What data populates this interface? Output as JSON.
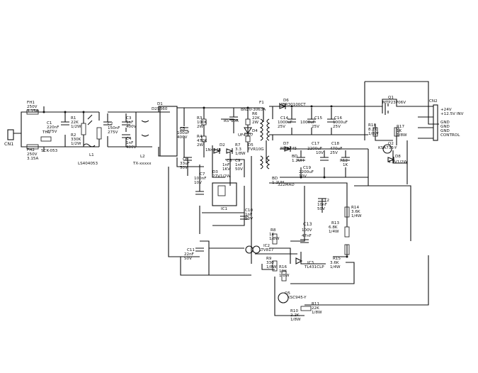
{
  "labels": {
    "cn1": "CN1",
    "fh1": [
      "FH1",
      "250V",
      "3.15A"
    ],
    "fh2": [
      "FH2",
      "250V",
      "3.15A"
    ],
    "th1": [
      "TH1",
      "SCK-053"
    ],
    "c1": [
      "C1",
      "220nF",
      "275V"
    ],
    "r1": [
      "R1",
      "22K",
      "1/2W"
    ],
    "r2": [
      "R2",
      "330K",
      "1/2W"
    ],
    "l1": [
      "L1",
      "LS404053"
    ],
    "c2": [
      "C2",
      "150nF",
      "275V"
    ],
    "c3": [
      "C3",
      "1nF",
      "400V"
    ],
    "c4": [
      "C4",
      "1nF",
      "400V"
    ],
    "l2": [
      "L2",
      "TX-xxxxx"
    ],
    "d1": [
      "D1",
      "D2SB60"
    ],
    "c5": [
      "C5",
      "100uF",
      "400V"
    ],
    "r3": [
      "R3",
      "100K",
      "2W"
    ],
    "r4": [
      "R4",
      "470K",
      "2W"
    ],
    "c6": [
      "C6",
      "33uF",
      "50V"
    ],
    "c7": [
      "C7",
      "100nF",
      "10V"
    ],
    "d2": [
      "D2",
      "1N4148"
    ],
    "d3": [
      "D3",
      "27V1/2W"
    ],
    "ic1": "IC1",
    "c10": [
      "C10",
      "1nF",
      "50V"
    ],
    "c9": [
      "C9",
      "1nF",
      "50V"
    ],
    "r5": [
      "R5",
      "10R"
    ],
    "r6": [
      "R6",
      "22K",
      "2W"
    ],
    "r7": [
      "R7",
      "3.3",
      "1/8W"
    ],
    "d4": [
      "D4",
      "UF4007"
    ],
    "d5": [
      "D5",
      "TVR10G"
    ],
    "c8": [
      "C8",
      "1nF",
      "1KV"
    ],
    "f1": [
      "F1",
      "BN20-3063A"
    ],
    "d6": [
      "D6",
      "MBR30100CT"
    ],
    "c14": [
      "C14",
      "1000uF",
      "25V"
    ],
    "c15": [
      "C15",
      "1000uF",
      "25V"
    ],
    "c16": [
      "C16",
      "1000uF",
      "25V"
    ],
    "d7": [
      "D7",
      "MBR745"
    ],
    "c17": [
      "C17",
      "2200uF",
      "10V"
    ],
    "c18": [
      "C18",
      "470uF",
      "25V"
    ],
    "bd": [
      "BD",
      "1.2UH"
    ],
    "bd2": [
      "BD",
      "1.2UH"
    ],
    "c19": [
      "C19",
      "2200uF",
      "10V"
    ],
    "r12": [
      "R12",
      "1K"
    ],
    "c12": [
      "C12",
      "10nF",
      "50V"
    ],
    "r14": [
      "R14",
      "3.6K",
      "1/4W"
    ],
    "r13": [
      "R13",
      "6.8K",
      "1/4W"
    ],
    "c13": [
      "C13",
      "100V",
      "47nF"
    ],
    "r8": [
      "R8",
      "1K",
      "1/8W"
    ],
    "ic2": [
      "IC2",
      "LTV817"
    ],
    "r9": [
      "R9",
      "330",
      "1/8W"
    ],
    "ic3": [
      "IC3",
      "TL431CLP"
    ],
    "r15": [
      "R15",
      "3.6K",
      "1/4W"
    ],
    "c11": [
      "C11",
      "22nF",
      "50V"
    ],
    "r16": [
      "R16",
      "10K",
      "1/8W"
    ],
    "q5": [
      "Q5",
      "KSC945-Y"
    ],
    "r10": [
      "R10",
      "2.2K",
      "1/8W"
    ],
    "r11": [
      "R11",
      "22K",
      "1/8W"
    ],
    "q1": [
      "Q1",
      "MTP23P06V"
    ],
    "r18": [
      "R18",
      "8.2K",
      "1/8W"
    ],
    "r17": [
      "R17",
      "1K",
      "1/8W"
    ],
    "q2": [
      "Q2",
      "KSA733-Y"
    ],
    "d8": [
      "D8",
      "4.3V1/2W"
    ],
    "cn2": "CN2",
    "cn2_pins": [
      "+24V",
      "+12.5V INV",
      "GND",
      "GND",
      "GND",
      "CONTROL"
    ],
    "misc_322": "322MAD"
  }
}
